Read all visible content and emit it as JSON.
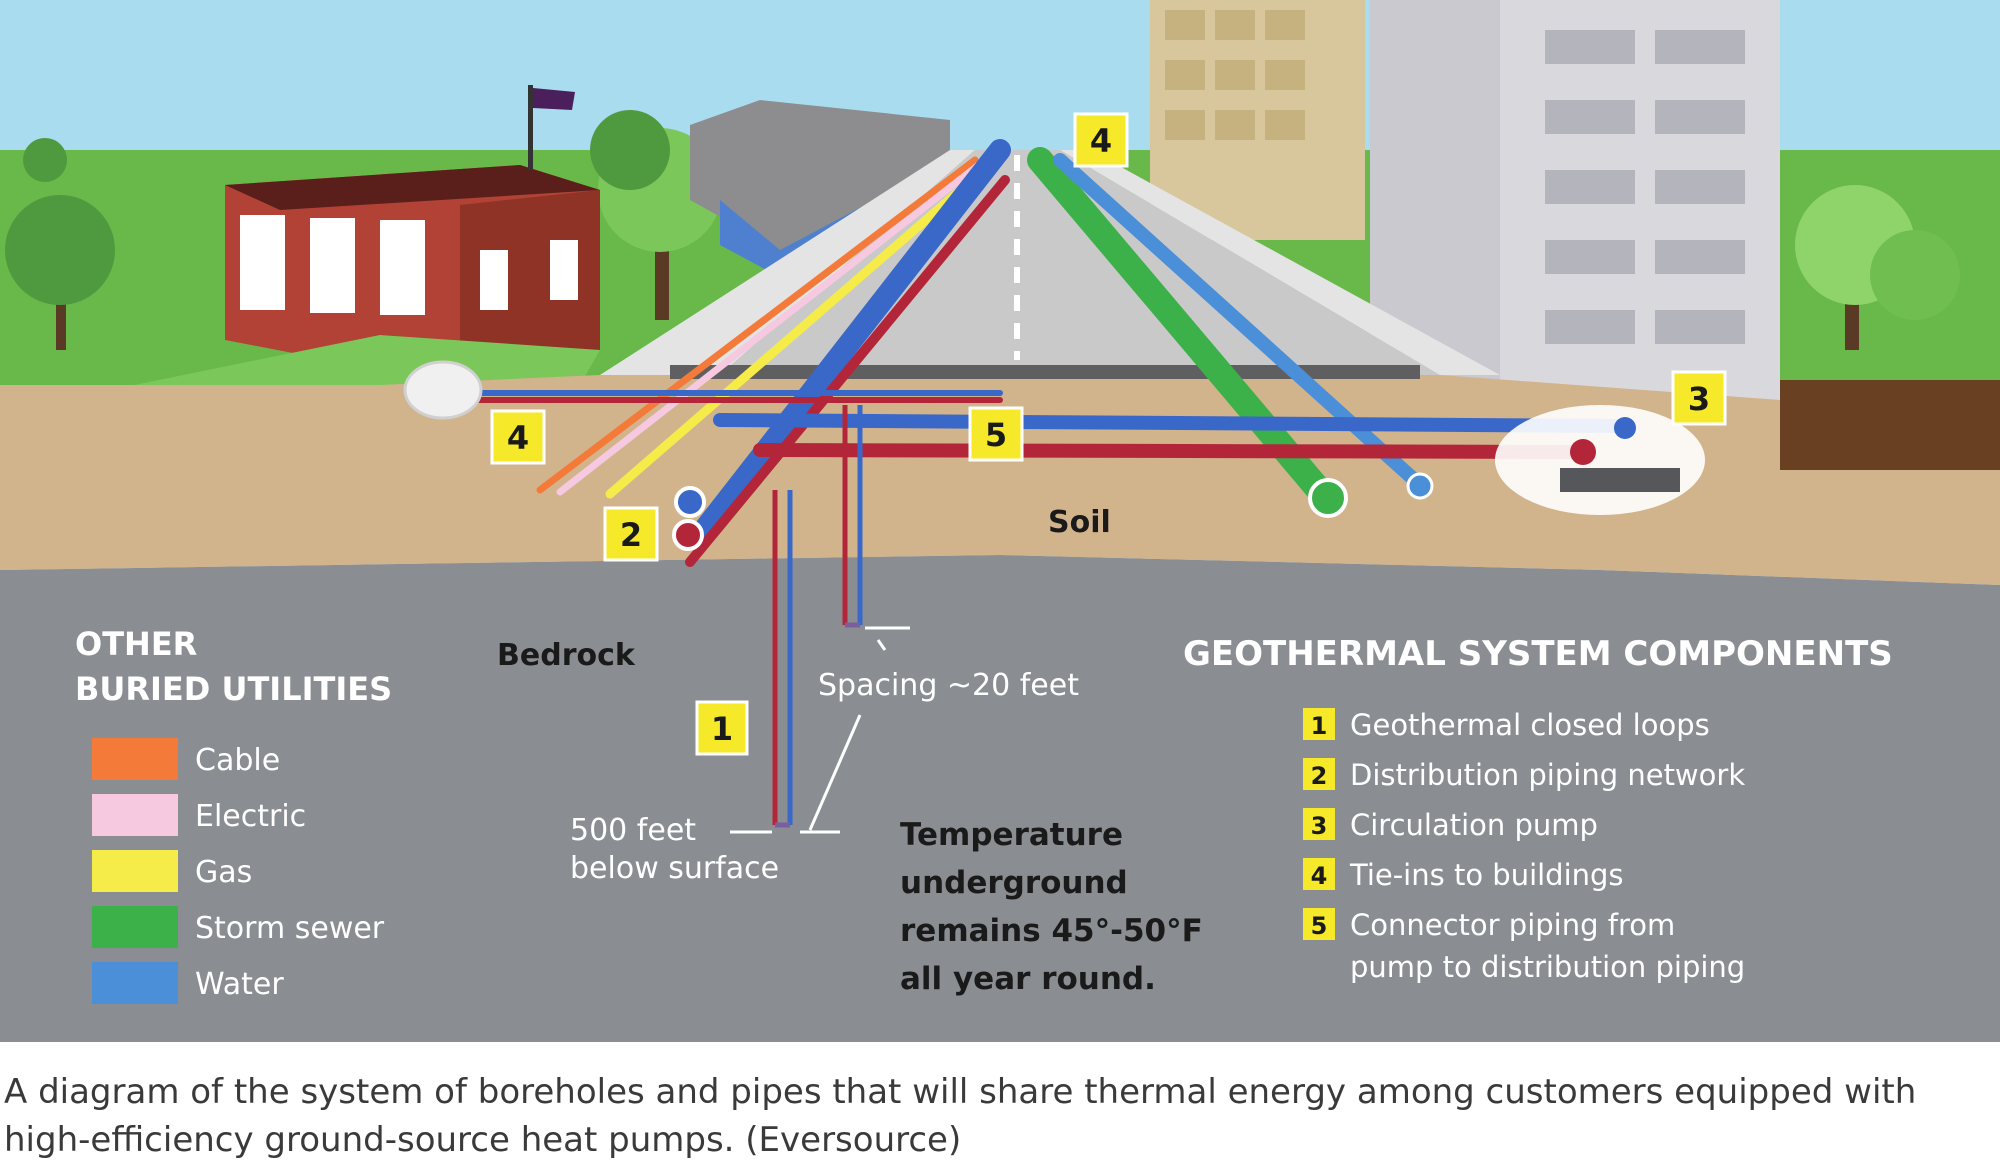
{
  "labels": {
    "soil": "Soil",
    "bedrock": "Bedrock",
    "spacing": "Spacing ~20 feet",
    "depth_line1": "500 feet",
    "depth_line2": "below surface",
    "temp_line1": "Temperature",
    "temp_line2": "underground",
    "temp_line3": "remains 45°-50°F",
    "temp_line4": "all year round."
  },
  "markers": {
    "m1": "1",
    "m2": "2",
    "m3": "3",
    "m4_left": "4",
    "m4_top": "4",
    "m5": "5"
  },
  "utilities_legend": {
    "title_line1": "OTHER",
    "title_line2": "BURIED UTILITIES",
    "items": [
      {
        "label": "Cable",
        "color": "#f47a3a"
      },
      {
        "label": "Electric",
        "color": "#f6c9e0"
      },
      {
        "label": "Gas",
        "color": "#f5ec4a"
      },
      {
        "label": "Storm sewer",
        "color": "#3cb14a"
      },
      {
        "label": "Water",
        "color": "#4a8fd8"
      }
    ]
  },
  "components_legend": {
    "title": "GEOTHERMAL SYSTEM COMPONENTS",
    "items": [
      {
        "num": "1",
        "label": "Geothermal closed loops"
      },
      {
        "num": "2",
        "label": "Distribution piping network"
      },
      {
        "num": "3",
        "label": "Circulation pump"
      },
      {
        "num": "4",
        "label": "Tie-ins to buildings"
      },
      {
        "num": "5",
        "label_line1": "Connector piping from",
        "label_line2": "pump to distribution piping"
      }
    ]
  },
  "colors": {
    "supply_pipe": "#b3263a",
    "return_pipe": "#3a68c9",
    "marker_yellow": "#f5e92a",
    "bedrock": "#8a8d91",
    "soil": "#d2b48c"
  },
  "caption": "A diagram of the system of boreholes and pipes that will share thermal energy among customers equipped with high-efficiency ground-source heat pumps. (Eversource)"
}
